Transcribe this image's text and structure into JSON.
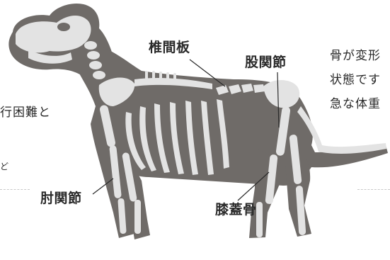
{
  "labels": {
    "spine": "椎間板",
    "hip": "股関節",
    "elbow": "肘関節",
    "patella": "膝蓋骨"
  },
  "left_text": {
    "line1": "行困難と",
    "line2": "ど"
  },
  "right_text": {
    "line1": "骨が変形",
    "line2": "状態です",
    "line3": "急な体重"
  },
  "colors": {
    "body": "#6f6b68",
    "bone": "#e3e3e3",
    "text": "#2a2a2a",
    "divider": "#c9c9c9"
  }
}
